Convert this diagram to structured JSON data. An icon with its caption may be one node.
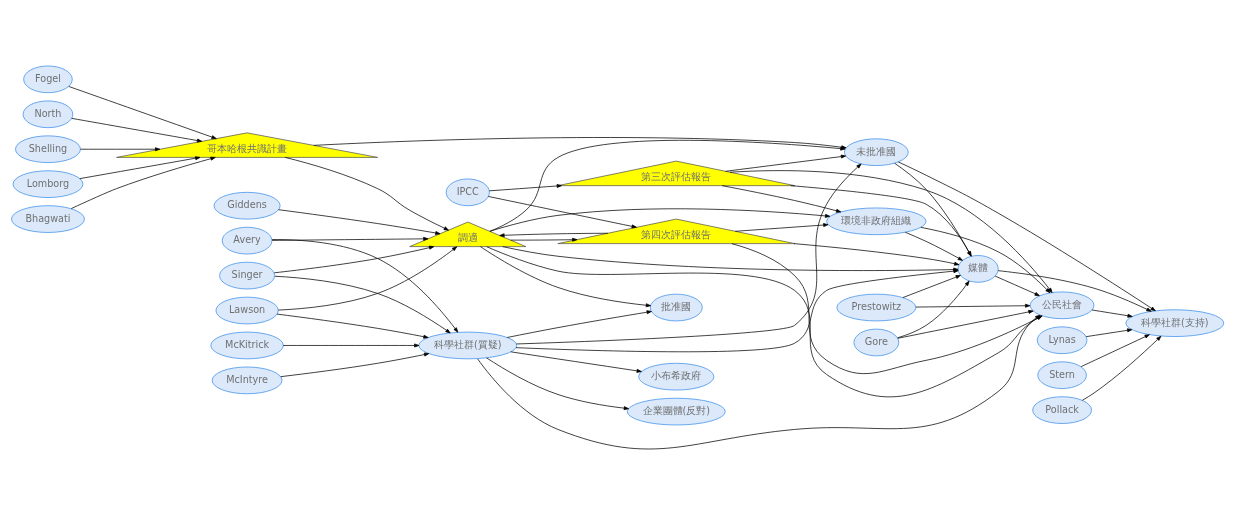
{
  "diagram": {
    "nodes": [
      {
        "text": [
          "Avery"
        ]
      },
      {
        "text": [
          "Singer"
        ]
      },
      {
        "text": [
          "Lawson"
        ]
      },
      {
        "text": [
          "McKitrick"
        ]
      },
      {
        "text": [
          "McIntyre"
        ]
      },
      {
        "text": [
          "Giddens"
        ]
      },
      {
        "text": [
          "Fogel"
        ]
      },
      {
        "text": [
          "North"
        ]
      },
      {
        "text": [
          "Shelling"
        ]
      },
      {
        "text": [
          "Lomborg"
        ]
      },
      {
        "text": [
          "Bhagwati"
        ]
      },
      {
        "text": [
          "調適"
        ]
      },
      {
        "text": [
          "哥本哈根共識計畫"
        ]
      },
      {
        "text": [
          "第四次評估報告"
        ]
      },
      {
        "text": [
          "第三次評估報告"
        ]
      },
      {
        "text": [
          "IPCC"
        ]
      },
      {
        "text": [
          "科學社群(質疑)"
        ]
      },
      {
        "text": [
          "企業團體(反對)"
        ]
      },
      {
        "text": [
          "小布希政府"
        ]
      },
      {
        "text": [
          "批准國"
        ]
      },
      {
        "text": [
          "未批准國"
        ]
      },
      {
        "text": [
          "媒體"
        ]
      },
      {
        "text": [
          "公民社會"
        ]
      },
      {
        "text": [
          "環境非政府組織"
        ]
      },
      {
        "text": [
          "Prestowitz"
        ]
      },
      {
        "text": [
          "Gore"
        ]
      },
      {
        "text": [
          "科學社群(支持)"
        ]
      },
      {
        "text": [
          "Lynas"
        ]
      },
      {
        "text": [
          "Stern"
        ]
      },
      {
        "text": [
          "Pollack"
        ]
      }
    ],
    "edges": [
      {
        "from": 0,
        "to": 11,
        "arrow": "to"
      },
      {
        "from": 0,
        "to": 16,
        "arrow": "to"
      },
      {
        "from": 1,
        "to": 11,
        "arrow": "to"
      },
      {
        "from": 1,
        "to": 16,
        "arrow": "to"
      },
      {
        "from": 2,
        "to": 11,
        "arrow": "to"
      },
      {
        "from": 2,
        "to": 16,
        "arrow": "to"
      },
      {
        "from": 3,
        "to": 16,
        "arrow": "to"
      },
      {
        "from": 4,
        "to": 16,
        "arrow": "to"
      },
      {
        "from": 5,
        "to": 11,
        "arrow": "to"
      },
      {
        "from": 6,
        "to": 12,
        "arrow": "to"
      },
      {
        "from": 7,
        "to": 12,
        "arrow": "to"
      },
      {
        "from": 8,
        "to": 12,
        "arrow": "to"
      },
      {
        "from": 9,
        "to": 12,
        "arrow": "to"
      },
      {
        "from": 10,
        "to": 12,
        "arrow": "to"
      },
      {
        "from": 12,
        "to": 11,
        "arrow": "to"
      },
      {
        "from": 12,
        "to": 20,
        "arrow": "to"
      },
      {
        "from": 11,
        "to": 13,
        "arrow": "to"
      },
      {
        "from": 13,
        "to": 11,
        "arrow": "to"
      },
      {
        "from": 15,
        "to": 13,
        "arrow": "to"
      },
      {
        "from": 15,
        "to": 14,
        "arrow": "to"
      },
      {
        "from": 16,
        "to": 17,
        "arrow": "to"
      },
      {
        "from": 16,
        "to": 18,
        "arrow": "to"
      },
      {
        "from": 16,
        "to": 19,
        "arrow": "to"
      },
      {
        "from": 16,
        "to": 20,
        "arrow": "to"
      },
      {
        "from": 16,
        "to": 21,
        "arrow": "to"
      },
      {
        "from": 16,
        "to": 22,
        "arrow": "to"
      },
      {
        "from": 11,
        "to": 19,
        "arrow": "to"
      },
      {
        "from": 11,
        "to": 20,
        "arrow": "to"
      },
      {
        "from": 11,
        "to": 21,
        "arrow": "to"
      },
      {
        "from": 11,
        "to": 22,
        "arrow": "to"
      },
      {
        "from": 11,
        "to": 23,
        "arrow": "to"
      },
      {
        "from": 14,
        "to": 20,
        "arrow": "to"
      },
      {
        "from": 14,
        "to": 21,
        "arrow": "to"
      },
      {
        "from": 14,
        "to": 22,
        "arrow": "to"
      },
      {
        "from": 14,
        "to": 23,
        "arrow": "to"
      },
      {
        "from": 13,
        "to": 21,
        "arrow": "to"
      },
      {
        "from": 13,
        "to": 22,
        "arrow": "to"
      },
      {
        "from": 13,
        "to": 23,
        "arrow": "to"
      },
      {
        "from": 20,
        "to": 21,
        "arrow": "to"
      },
      {
        "from": 20,
        "to": 26,
        "arrow": "to"
      },
      {
        "from": 23,
        "to": 21,
        "arrow": "to"
      },
      {
        "from": 23,
        "to": 22,
        "arrow": "to"
      },
      {
        "from": 21,
        "to": 22,
        "arrow": "to"
      },
      {
        "from": 21,
        "to": 26,
        "arrow": "to"
      },
      {
        "from": 24,
        "to": 21,
        "arrow": "to"
      },
      {
        "from": 24,
        "to": 22,
        "arrow": "to"
      },
      {
        "from": 25,
        "to": 21,
        "arrow": "to"
      },
      {
        "from": 25,
        "to": 22,
        "arrow": "to"
      },
      {
        "from": 22,
        "to": 26,
        "arrow": "to"
      },
      {
        "from": 27,
        "to": 26,
        "arrow": "to"
      },
      {
        "from": 28,
        "to": 26,
        "arrow": "to"
      },
      {
        "from": 29,
        "to": 26,
        "arrow": "to"
      }
    ]
  }
}
